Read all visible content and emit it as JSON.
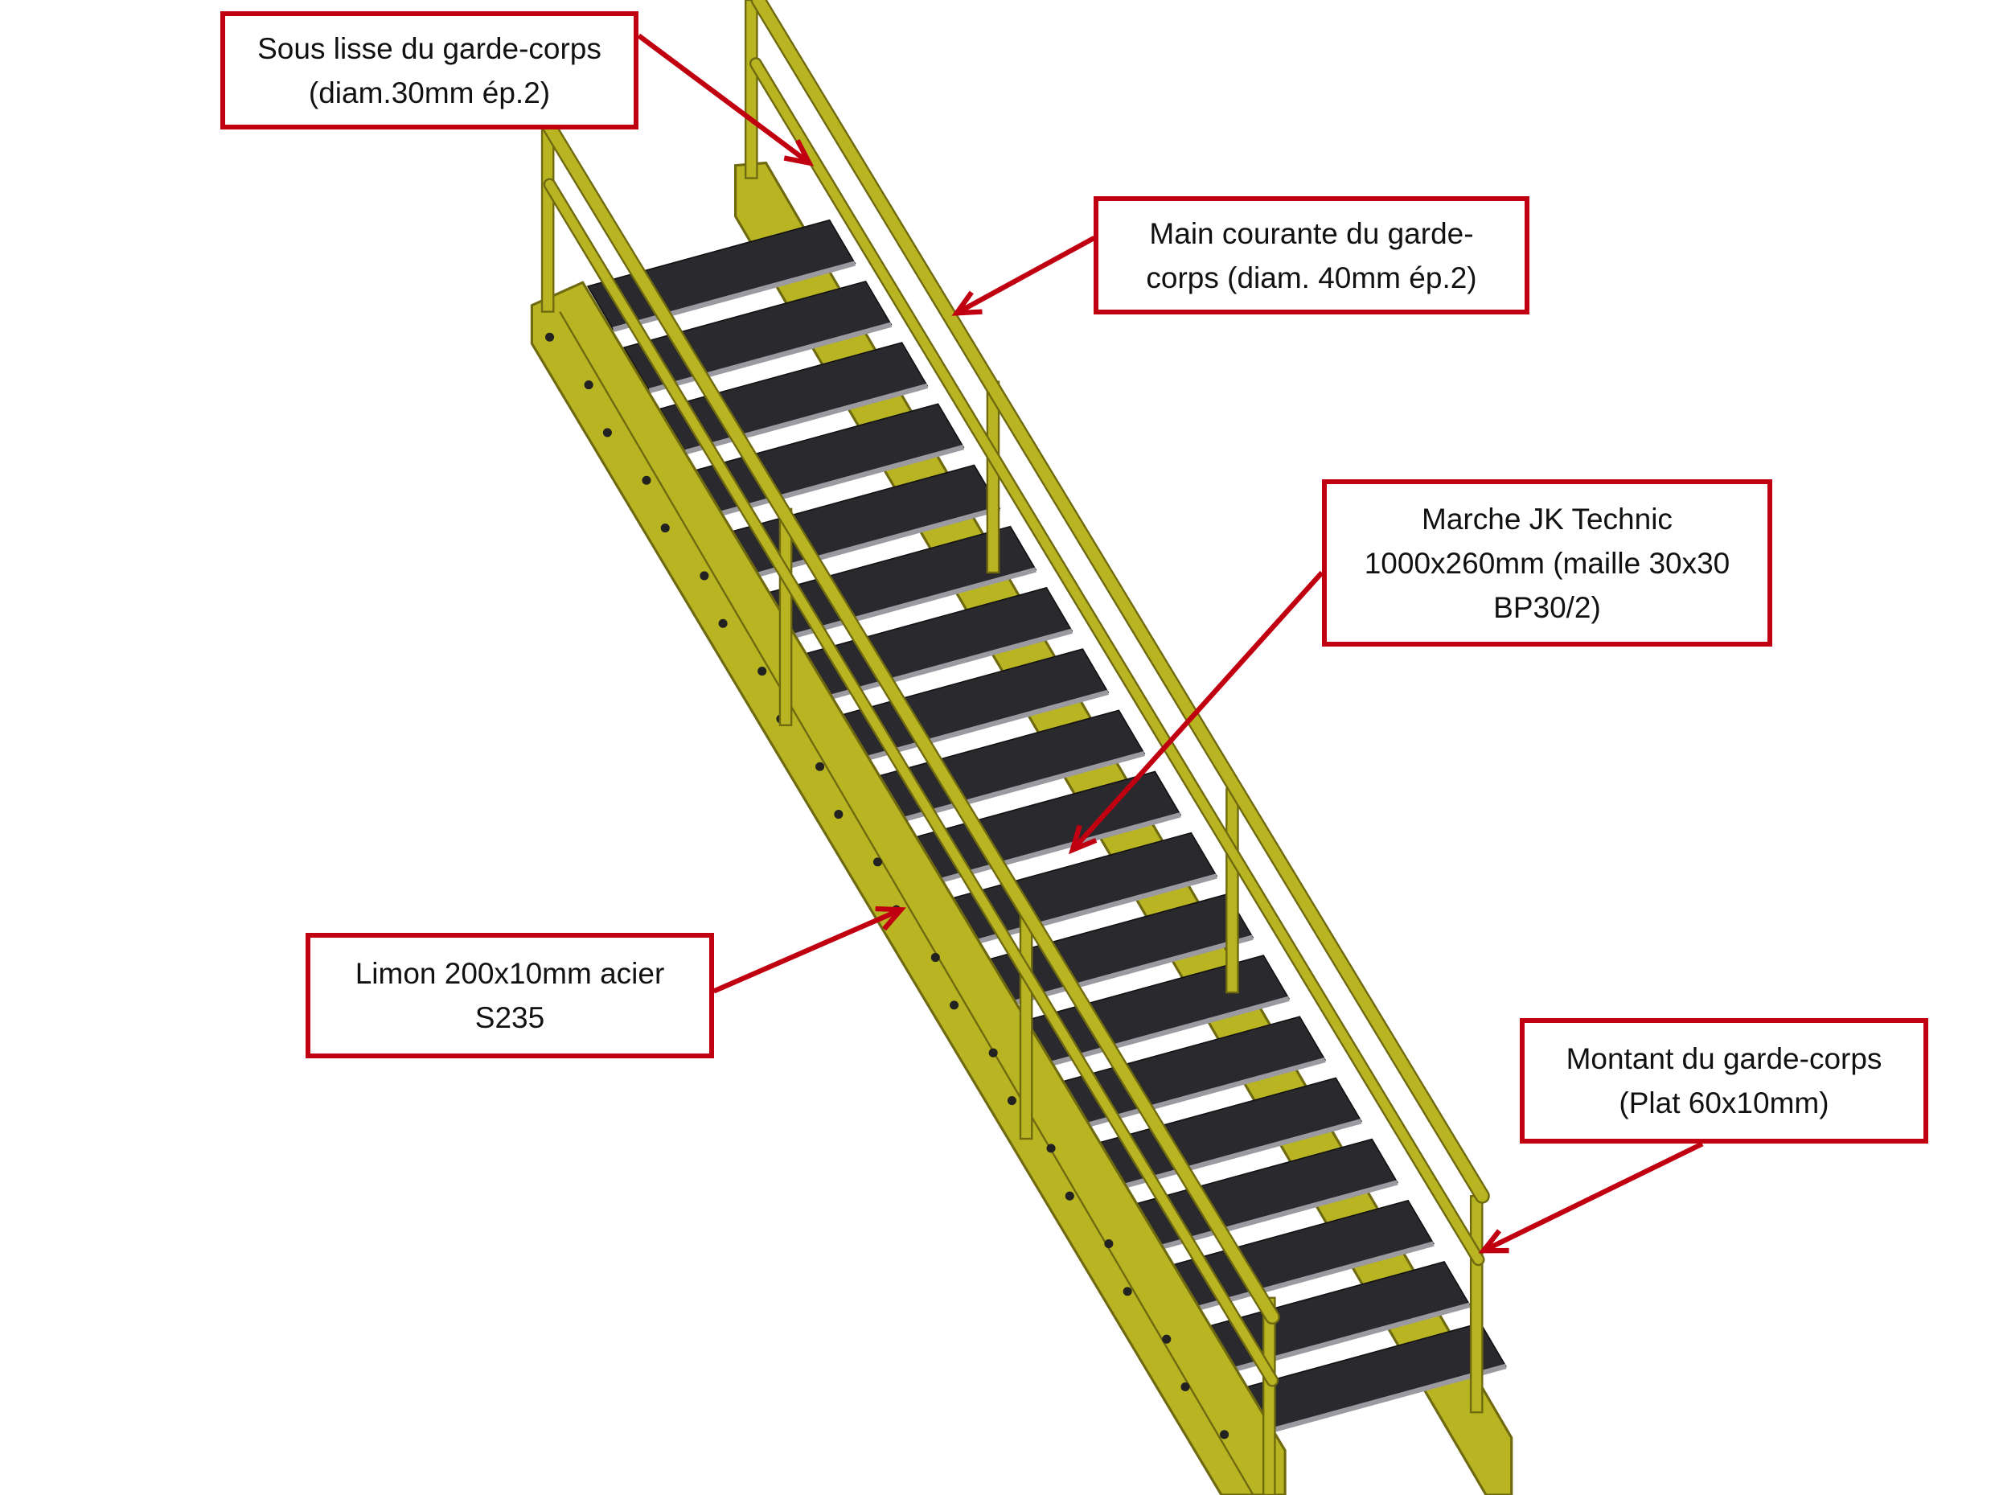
{
  "labels": {
    "sous_lisse": "Sous lisse du garde-corps\n(diam.30mm ép.2)",
    "main_courante": "Main courante du garde-\ncorps (diam. 40mm ép.2)",
    "marche": "Marche JK Technic\n1000x260mm (maille 30x30\nBP30/2)",
    "limon": "Limon 200x10mm acier\nS235",
    "montant": "Montant du garde-corps\n(Plat 60x10mm)"
  },
  "colors": {
    "steel_yellow": "#b9b422",
    "steel_dark": "#6f6a10",
    "tread": "#2a2a2e",
    "callout_red": "#c00010"
  },
  "staircase": {
    "step_count": 19
  }
}
